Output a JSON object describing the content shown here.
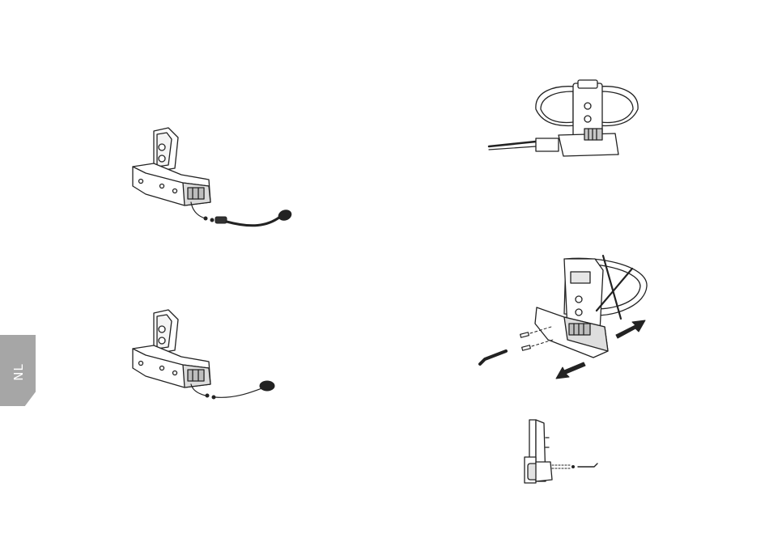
{
  "language_tab": {
    "label": "NL",
    "color": "#a6a6a6"
  },
  "figures": [
    {
      "name": "clamp-unit-with-boom-microphone"
    },
    {
      "name": "clamp-unit-with-wired-microphone"
    },
    {
      "name": "helmet-clamp-mounted-on-helmet-shell"
    },
    {
      "name": "remove-clamp-plate-with-hex-key"
    },
    {
      "name": "clamp-side-view-screw-detail"
    }
  ]
}
